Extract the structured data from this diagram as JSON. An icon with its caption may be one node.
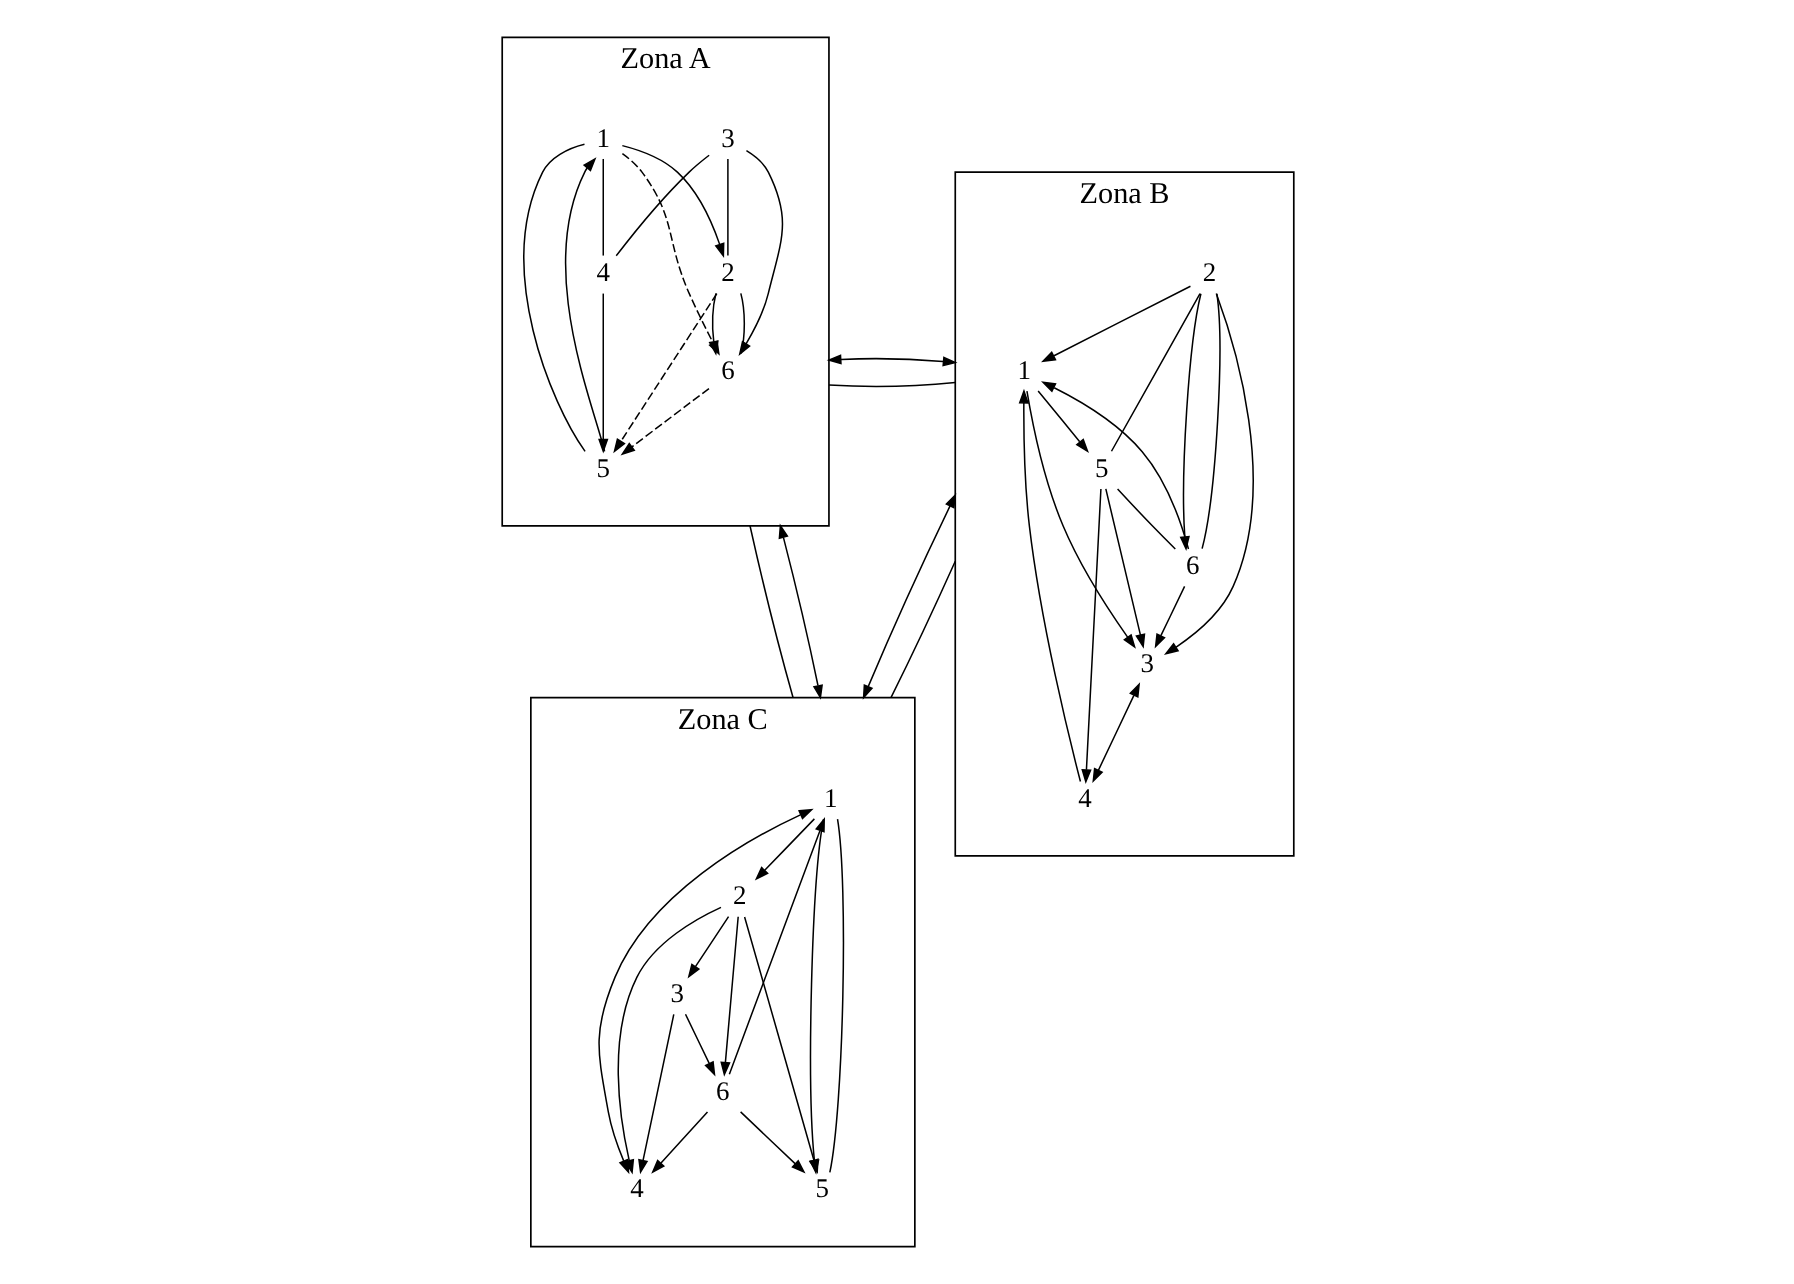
{
  "diagram": {
    "nodes": [
      {
        "text": [
          "Zona A"
        ]
      },
      {
        "text": [
          "1"
        ],
        "in": 0
      },
      {
        "text": [
          "2"
        ],
        "in": 0
      },
      {
        "text": [
          "3"
        ],
        "in": 0
      },
      {
        "text": [
          "4"
        ],
        "in": 0
      },
      {
        "text": [
          "5"
        ],
        "in": 0
      },
      {
        "text": [
          "6"
        ],
        "in": 0
      },
      {
        "text": [
          "Zona B"
        ]
      },
      {
        "text": [
          "1"
        ],
        "in": 7
      },
      {
        "text": [
          "2"
        ],
        "in": 7
      },
      {
        "text": [
          "3"
        ],
        "in": 7
      },
      {
        "text": [
          "4"
        ],
        "in": 7
      },
      {
        "text": [
          "5"
        ],
        "in": 7
      },
      {
        "text": [
          "6"
        ],
        "in": 7
      },
      {
        "text": [
          "Zona C"
        ]
      },
      {
        "text": [
          "1"
        ],
        "in": 14
      },
      {
        "text": [
          "2"
        ],
        "in": 14
      },
      {
        "text": [
          "3"
        ],
        "in": 14
      },
      {
        "text": [
          "4"
        ],
        "in": 14
      },
      {
        "text": [
          "5"
        ],
        "in": 14
      },
      {
        "text": [
          "6"
        ],
        "in": 14
      }
    ],
    "edges": [
      {
        "from": 1,
        "to": 2,
        "arrow": "to"
      },
      {
        "from": 5,
        "to": 1,
        "arrow": "to"
      },
      {
        "from": 1,
        "to": 5,
        "arrow": "none"
      },
      {
        "from": 2,
        "to": 6,
        "arrow": "to"
      },
      {
        "from": 2,
        "to": 6,
        "arrow": "none"
      },
      {
        "from": 1,
        "to": 4,
        "arrow": "none"
      },
      {
        "from": 3,
        "to": 2,
        "arrow": "none"
      },
      {
        "from": 3,
        "to": 4,
        "arrow": "none"
      },
      {
        "from": 3,
        "to": 6,
        "arrow": "to"
      },
      {
        "from": 4,
        "to": 5,
        "arrow": "to"
      },
      {
        "from": 1,
        "to": 6,
        "arrow": "to",
        "style": "dashed"
      },
      {
        "from": 2,
        "to": 5,
        "arrow": "to",
        "style": "dashed"
      },
      {
        "from": 6,
        "to": 5,
        "arrow": "to",
        "style": "dashed"
      },
      {
        "from": 9,
        "to": 8,
        "arrow": "to"
      },
      {
        "from": 8,
        "to": 10,
        "arrow": "to"
      },
      {
        "from": 12,
        "to": 10,
        "arrow": "to"
      },
      {
        "from": 8,
        "to": 12,
        "arrow": "to"
      },
      {
        "from": 9,
        "to": 13,
        "arrow": "to"
      },
      {
        "from": 9,
        "to": 13,
        "arrow": "none"
      },
      {
        "from": 9,
        "to": 10,
        "arrow": "to"
      },
      {
        "from": 9,
        "to": 12,
        "arrow": "none"
      },
      {
        "from": 11,
        "to": 8,
        "arrow": "to"
      },
      {
        "from": 13,
        "to": 8,
        "arrow": "to"
      },
      {
        "from": 10,
        "to": 11,
        "arrow": "both"
      },
      {
        "from": 13,
        "to": 10,
        "arrow": "to"
      },
      {
        "from": 12,
        "to": 11,
        "arrow": "to"
      },
      {
        "from": 12,
        "to": 13,
        "arrow": "none"
      },
      {
        "from": 15,
        "to": 16,
        "arrow": "to"
      },
      {
        "from": 15,
        "to": 19,
        "arrow": "to"
      },
      {
        "from": 15,
        "to": 19,
        "arrow": "none"
      },
      {
        "from": 16,
        "to": 20,
        "arrow": "to"
      },
      {
        "from": 16,
        "to": 17,
        "arrow": "to"
      },
      {
        "from": 16,
        "to": 19,
        "arrow": "to"
      },
      {
        "from": 16,
        "to": 18,
        "arrow": "to"
      },
      {
        "from": 20,
        "to": 18,
        "arrow": "to"
      },
      {
        "from": 15,
        "to": 18,
        "arrow": "both"
      },
      {
        "from": 20,
        "to": 15,
        "arrow": "to"
      },
      {
        "from": 17,
        "to": 18,
        "arrow": "to"
      },
      {
        "from": 17,
        "to": 20,
        "arrow": "to"
      },
      {
        "from": 20,
        "to": 19,
        "arrow": "to"
      },
      {
        "from": 0,
        "to": 7,
        "arrow": "none"
      },
      {
        "from": 0,
        "to": 7,
        "arrow": "both"
      },
      {
        "from": 0,
        "to": 14,
        "arrow": "none"
      },
      {
        "from": 0,
        "to": 14,
        "arrow": "both"
      },
      {
        "from": 7,
        "to": 14,
        "arrow": "both"
      },
      {
        "from": 7,
        "to": 14,
        "arrow": "none"
      }
    ]
  }
}
